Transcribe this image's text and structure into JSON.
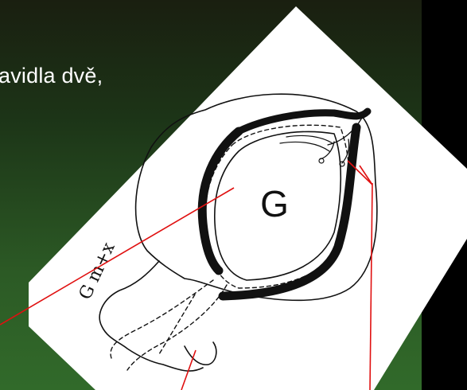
{
  "slide": {
    "text_fragment": "avidla dvě,",
    "figure_label": "G",
    "handwritten_note": "G m+x"
  },
  "colors": {
    "background_top": "#1a1f10",
    "background_bottom": "#316a2a",
    "text": "#ffffff",
    "panel": "#000000",
    "pointer_lines": "#e01010",
    "drawing_ink": "#111111"
  }
}
